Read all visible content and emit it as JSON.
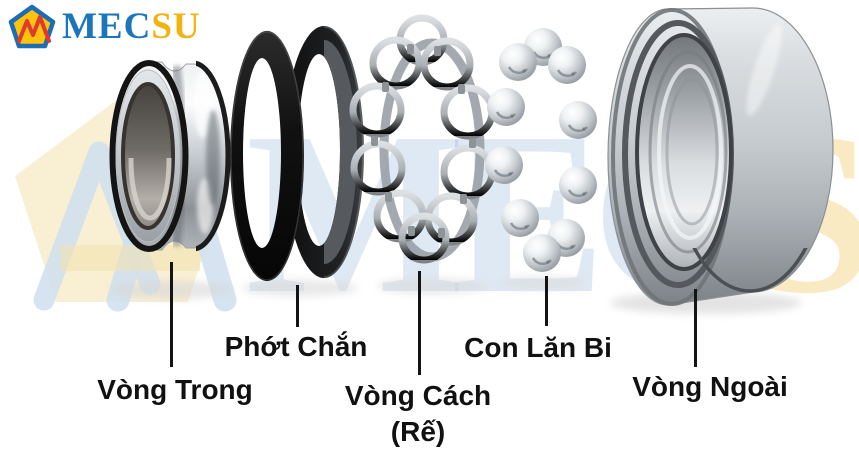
{
  "brand": {
    "logo_icon": "pentagon-m-icon",
    "name_primary": "MEC",
    "name_secondary": "SU",
    "color_blue": "#1b75bc",
    "color_yellow": "#f2b311",
    "color_red": "#e0392f"
  },
  "watermark": {
    "icon": "pentagon-m-watermark-icon",
    "text_primary": "MEC",
    "text_secondary": "SU"
  },
  "diagram": {
    "subject": "exploded view of a ball bearing",
    "label_color": "#111111",
    "parts": [
      {
        "key": "inner-ring",
        "label": "Vòng Trong"
      },
      {
        "key": "seal",
        "label": "Phớt Chắn"
      },
      {
        "key": "cage",
        "label": "Vòng Cách",
        "label_alt": "(Rế)"
      },
      {
        "key": "balls",
        "label": "Con Lăn Bi"
      },
      {
        "key": "outer-ring",
        "label": "Vòng Ngoài"
      }
    ]
  }
}
